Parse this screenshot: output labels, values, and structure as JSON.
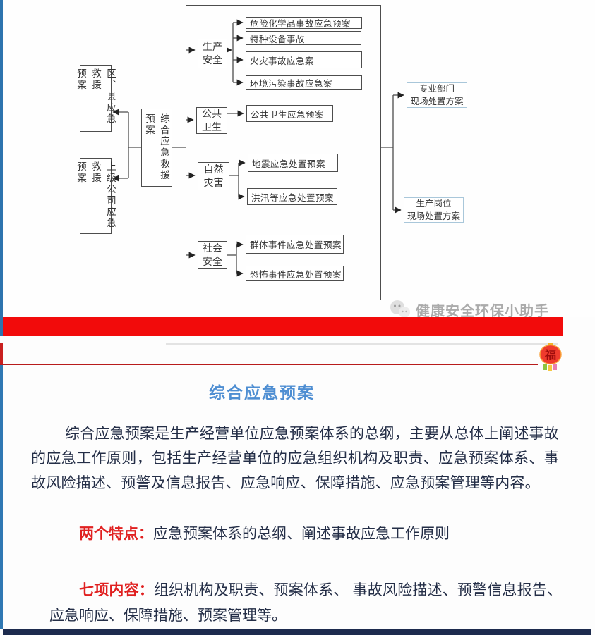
{
  "flowchart": {
    "parent_boxes": [
      {
        "label": "区、县应急救援\n预案"
      },
      {
        "label": "上级公司应急救援\n预案"
      }
    ],
    "root": {
      "label": "综合应急救援预案"
    },
    "categories": [
      {
        "label": "生产\n安全"
      },
      {
        "label": "公共\n卫生"
      },
      {
        "label": "自然\n灾害"
      },
      {
        "label": "社会\n安全"
      }
    ],
    "leaves": [
      {
        "label": "危险化学品事故应急预案"
      },
      {
        "label": "特种设备事故"
      },
      {
        "label": "火灾事故应急案"
      },
      {
        "label": "环境污染事故应急案"
      },
      {
        "label": "公共卫生应急预案"
      },
      {
        "label": "地震应急处置预案"
      },
      {
        "label": "洪汛等应急处置预案"
      },
      {
        "label": "群体事件应急处置预案"
      },
      {
        "label": "恐怖事件应急处置预案"
      }
    ],
    "outcome_boxes": [
      {
        "label": "专业部门\n现场处置方案"
      },
      {
        "label": "生产岗位\n现场处置方案"
      }
    ]
  },
  "watermark": {
    "text": "健康安全环保小助手"
  },
  "decor": {
    "lantern_char": "福"
  },
  "section": {
    "title": "综合应急预案",
    "paragraph": "综合应急预案是生产经营单位应急预案体系的总纲，主要从总体上阐述事故的应急工作原则，包括生产经营单位的应急组织机构及职责、应急预案体系、事故风险描述、预警及信息报告、应急响应、保障措施、应急预案管理等内容。",
    "point1_label": "两个特点：",
    "point1_text": "应急预案体系的总纲、阐述事故应急工作原则",
    "point2_label": "七项内容：",
    "point2_text": "组织机构及职责、预案体系、 事故风险描述、预警信息报告、应急响应、保障措施、预案管理等。"
  },
  "colors": {
    "left_stripe_blue": "#2d74ae",
    "divider_red_bar": "#f20b0b",
    "section_rule_red": "#b81c1c",
    "title_blue": "#4e8ed2",
    "label_red": "#e02020",
    "bottom_bar_navy": "#1d2b4e",
    "outcome_box_border": "#a9c7da"
  }
}
